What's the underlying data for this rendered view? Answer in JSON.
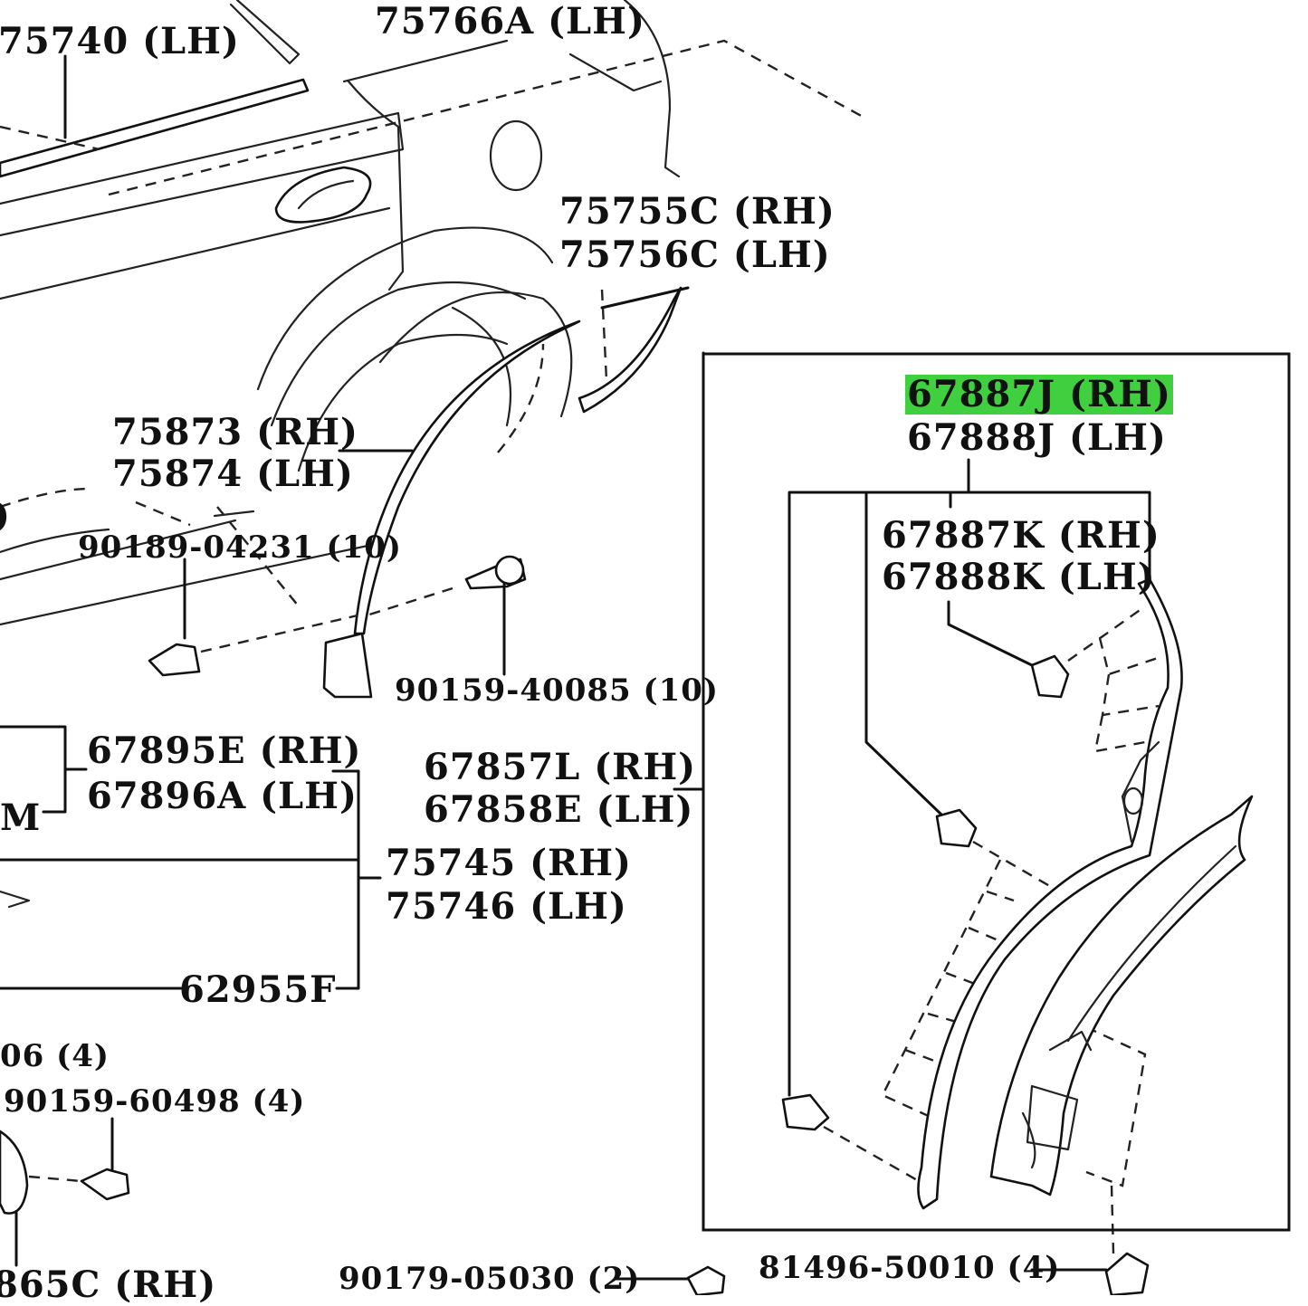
{
  "highlight_color": "#3fcf3f",
  "labels": {
    "p75740_lh": "75740 (LH)",
    "p75766a_lh": "75766A (LH)",
    "p75755c_rh": "75755C (RH)",
    "p75756c_lh": "75756C (LH)",
    "p75873_rh": "75873 (RH)",
    "p75874_lh": "75874 (LH)",
    "p90189_04231": "90189-04231 (10)",
    "p90159_40085": "90159-40085 (10)",
    "p67895e_rh": "67895E (RH)",
    "p67896a_lh": "67896A (LH)",
    "p67857l_rh": "67857L (RH)",
    "p67858e_lh": "67858E (LH)",
    "p75745_rh": "75745 (RH)",
    "p75746_lh": "75746 (LH)",
    "p62955f": "62955F",
    "p06_4": "06 (4)",
    "p90159_60498": "90159-60498 (4)",
    "p865c_rh": "865C (RH)",
    "p90179_05030": "90179-05030 (2)",
    "p81496_50010": "81496-50010 (4)",
    "p67887j_rh": "67887J (RH)",
    "p67888j_lh": "67888J (LH)",
    "p67887k_rh": "67887K (RH)",
    "p67888k_lh": "67888K (LH)",
    "frag_m": "M",
    "frag_paren": ")"
  }
}
